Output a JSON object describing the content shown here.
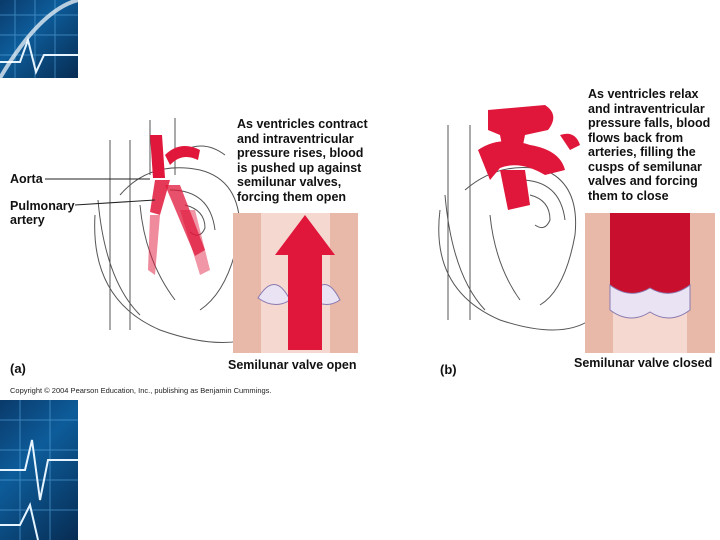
{
  "panel_a": {
    "letter": "(a)",
    "caption_lines": [
      "As ventricles contract",
      "and intraventricular",
      "pressure rises, blood",
      "is pushed up against",
      "semilunar valves,",
      "forcing them open"
    ],
    "label_aorta": "Aorta",
    "label_pulmonary_1": "Pulmonary",
    "label_pulmonary_2": "artery",
    "inset_caption": "Semilunar valve open"
  },
  "panel_b": {
    "letter": "(b)",
    "caption_lines": [
      "As ventricles relax",
      "and intraventricular",
      "pressure falls, blood",
      "flows back from",
      "arteries, filling the",
      "cusps of semilunar",
      "valves and forcing",
      "them to close"
    ],
    "inset_caption": "Semilunar valve closed"
  },
  "copyright": "Copyright © 2004 Pearson Education, Inc., publishing as Benjamin Cummings.",
  "colors": {
    "blood_red": "#e0173a",
    "vessel_pink": "#f2c6c6",
    "deco_blue": "#0d5c9a"
  }
}
